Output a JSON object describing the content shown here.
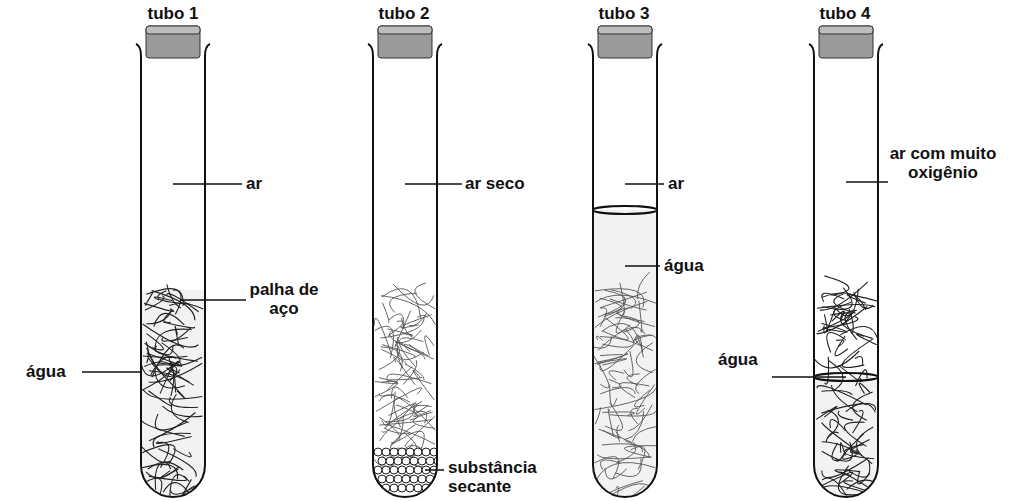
{
  "diagram": {
    "labels": [
      "tubo 1",
      "ar",
      "água",
      "palha de aço",
      "tubo 2",
      "ar seco",
      "substância secante",
      "tubo 3",
      "ar",
      "água",
      "tubo 4",
      "ar com muito oxigênio",
      "água"
    ]
  }
}
